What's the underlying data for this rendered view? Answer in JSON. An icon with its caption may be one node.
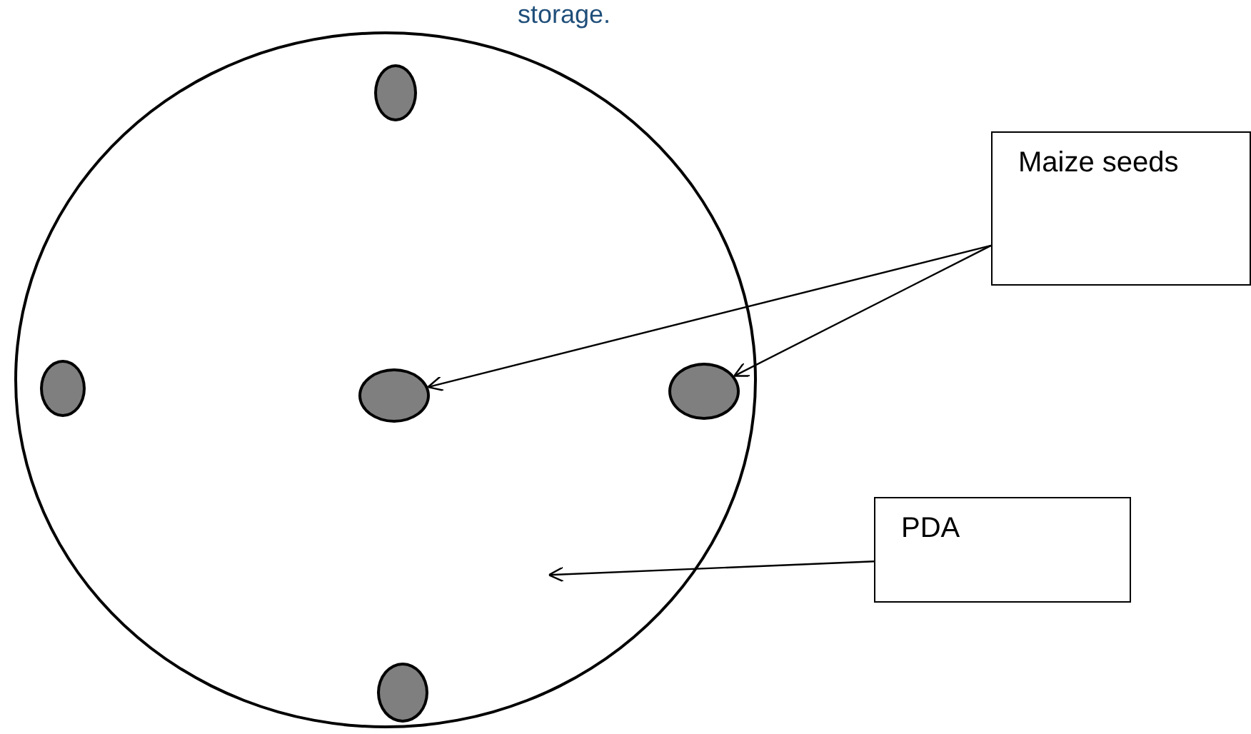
{
  "diagram": {
    "caption": "storage.",
    "nodes": [
      {
        "text": [],
        "shape": "circle"
      },
      {
        "text": [],
        "shape": "circle",
        "in": 0
      },
      {
        "text": [],
        "shape": "circle",
        "in": 0
      },
      {
        "text": [],
        "shape": "circle",
        "in": 0
      },
      {
        "text": [],
        "shape": "circle",
        "in": 0
      },
      {
        "text": [],
        "shape": "circle",
        "in": 0
      },
      {
        "text": [
          "Maize seeds"
        ]
      },
      {
        "text": [
          "PDA"
        ]
      }
    ],
    "edges": [
      {
        "from": 6,
        "to": 3,
        "arrow": "to"
      },
      {
        "from": 6,
        "to": 4,
        "arrow": "to"
      },
      {
        "from": 7,
        "to": 0,
        "arrow": "to"
      }
    ]
  }
}
